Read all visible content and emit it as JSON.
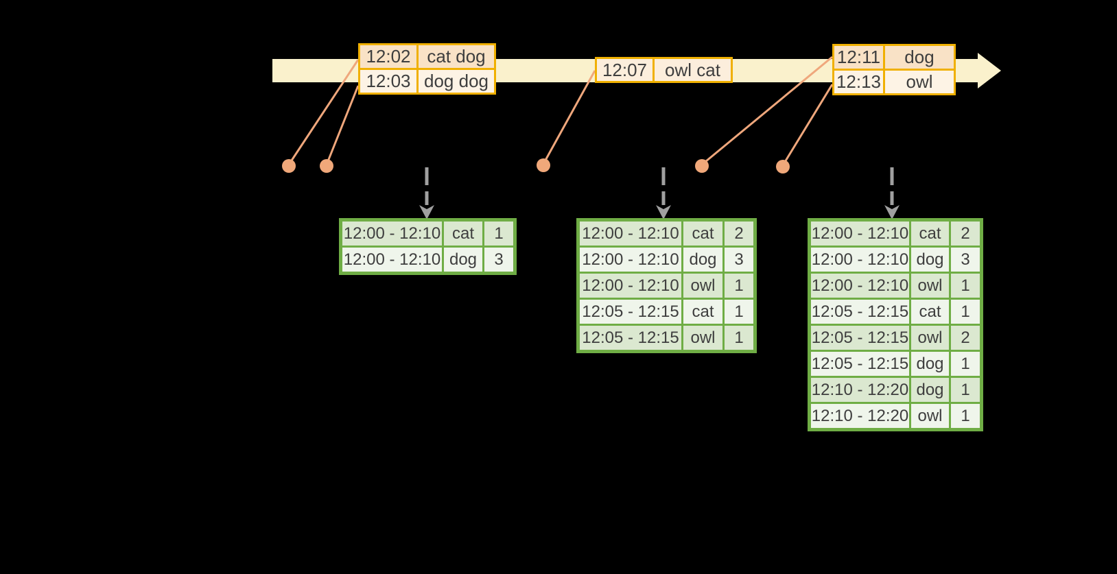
{
  "colors": {
    "background": "#000000",
    "axis_fill": "#FAF1CC",
    "event_border": "#F0B000",
    "event_row_dark": "#F9E2C6",
    "event_row_light": "#FDF3E5",
    "event_row_single": "#FCEEDC",
    "connector": "#EFA77C",
    "marker_dot": "#F0A87A",
    "trigger_arrow": "#A0A0A0",
    "result_border": "#6FAD45",
    "result_row_dark": "#DBE8D0",
    "result_row_light": "#EFF5EB",
    "text": "#3E3E3E"
  },
  "event_tables": [
    {
      "rows": [
        {
          "time": "12:02",
          "words": "cat dog"
        },
        {
          "time": "12:03",
          "words": "dog dog"
        }
      ]
    },
    {
      "rows": [
        {
          "time": "12:07",
          "words": "owl cat"
        }
      ]
    },
    {
      "rows": [
        {
          "time": "12:11",
          "words": "dog"
        },
        {
          "time": "12:13",
          "words": "owl"
        }
      ]
    }
  ],
  "result_tables": [
    {
      "rows": [
        {
          "window": "12:00 - 12:10",
          "word": "cat",
          "count": "1"
        },
        {
          "window": "12:00 - 12:10",
          "word": "dog",
          "count": "3"
        }
      ]
    },
    {
      "rows": [
        {
          "window": "12:00 - 12:10",
          "word": "cat",
          "count": "2"
        },
        {
          "window": "12:00 - 12:10",
          "word": "dog",
          "count": "3"
        },
        {
          "window": "12:00 - 12:10",
          "word": "owl",
          "count": "1"
        },
        {
          "window": "12:05 - 12:15",
          "word": "cat",
          "count": "1"
        },
        {
          "window": "12:05 - 12:15",
          "word": "owl",
          "count": "1"
        }
      ]
    },
    {
      "rows": [
        {
          "window": "12:00 - 12:10",
          "word": "cat",
          "count": "2"
        },
        {
          "window": "12:00 - 12:10",
          "word": "dog",
          "count": "3"
        },
        {
          "window": "12:00 - 12:10",
          "word": "owl",
          "count": "1"
        },
        {
          "window": "12:05 - 12:15",
          "word": "cat",
          "count": "1"
        },
        {
          "window": "12:05 - 12:15",
          "word": "owl",
          "count": "2"
        },
        {
          "window": "12:05 - 12:15",
          "word": "dog",
          "count": "1"
        },
        {
          "window": "12:10 - 12:20",
          "word": "dog",
          "count": "1"
        },
        {
          "window": "12:10 - 12:20",
          "word": "owl",
          "count": "1"
        }
      ]
    }
  ]
}
